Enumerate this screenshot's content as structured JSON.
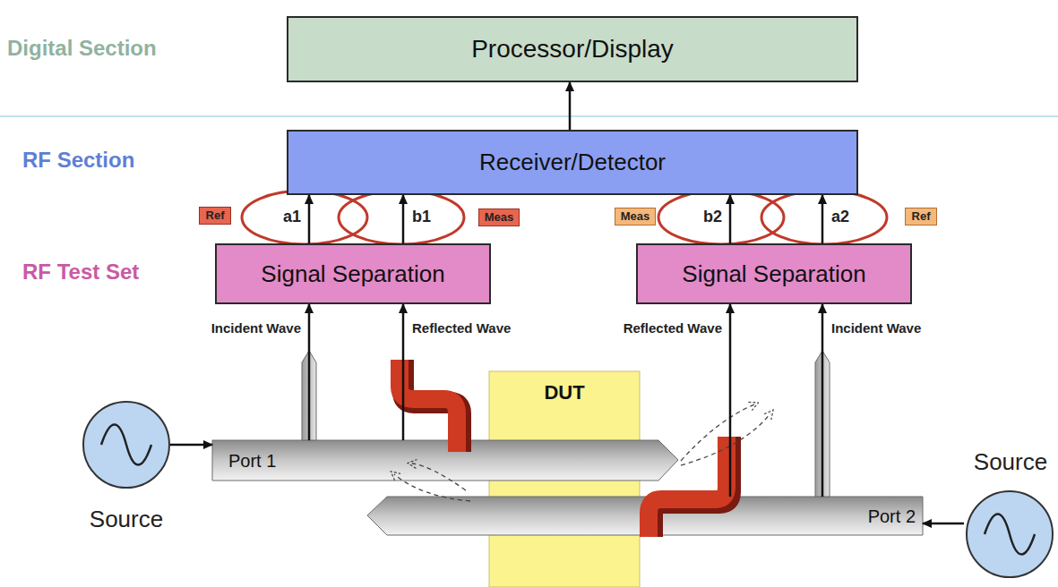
{
  "diagram": {
    "nodes": [
      {
        "text": [
          "Processor/Display"
        ]
      },
      {
        "text": [
          "Receiver/Detector"
        ]
      },
      {
        "text": [
          "Ref"
        ]
      },
      {
        "text": [
          "Meas"
        ]
      },
      {
        "text": [
          "Meas"
        ]
      },
      {
        "text": [
          "Ref"
        ]
      },
      {
        "text": [
          "Signal Separation"
        ]
      },
      {
        "text": [
          "Signal Separation"
        ]
      },
      {
        "text": [
          "DUT"
        ]
      },
      {
        "text": [
          "Source"
        ]
      },
      {
        "text": [
          "Port 1"
        ]
      },
      {
        "text": [
          "Port 2"
        ]
      },
      {
        "text": [
          "Source"
        ]
      }
    ],
    "edges": [
      {
        "from": 1,
        "to": 0,
        "arrow": "to"
      },
      {
        "from": 6,
        "to": 1,
        "label": "a1",
        "arrow": "to"
      },
      {
        "from": 6,
        "to": 1,
        "label": "b1",
        "arrow": "to"
      },
      {
        "from": 7,
        "to": 1,
        "label": "b2",
        "arrow": "to"
      },
      {
        "from": 7,
        "to": 1,
        "label": "a2",
        "arrow": "to"
      },
      {
        "from": 10,
        "to": 6,
        "label": "Incident Wave",
        "arrow": "to"
      },
      {
        "from": 10,
        "to": 6,
        "label": "Reflected Wave",
        "arrow": "to"
      },
      {
        "from": 11,
        "to": 7,
        "label": "Reflected Wave",
        "arrow": "to"
      },
      {
        "from": 11,
        "to": 7,
        "label": "Incident Wave",
        "arrow": "to"
      },
      {
        "from": 9,
        "to": 10,
        "arrow": "to"
      },
      {
        "from": 12,
        "to": 11,
        "arrow": "to"
      }
    ],
    "labels": [
      "Digital Section",
      "RF Section",
      "RF Test Set"
    ]
  }
}
